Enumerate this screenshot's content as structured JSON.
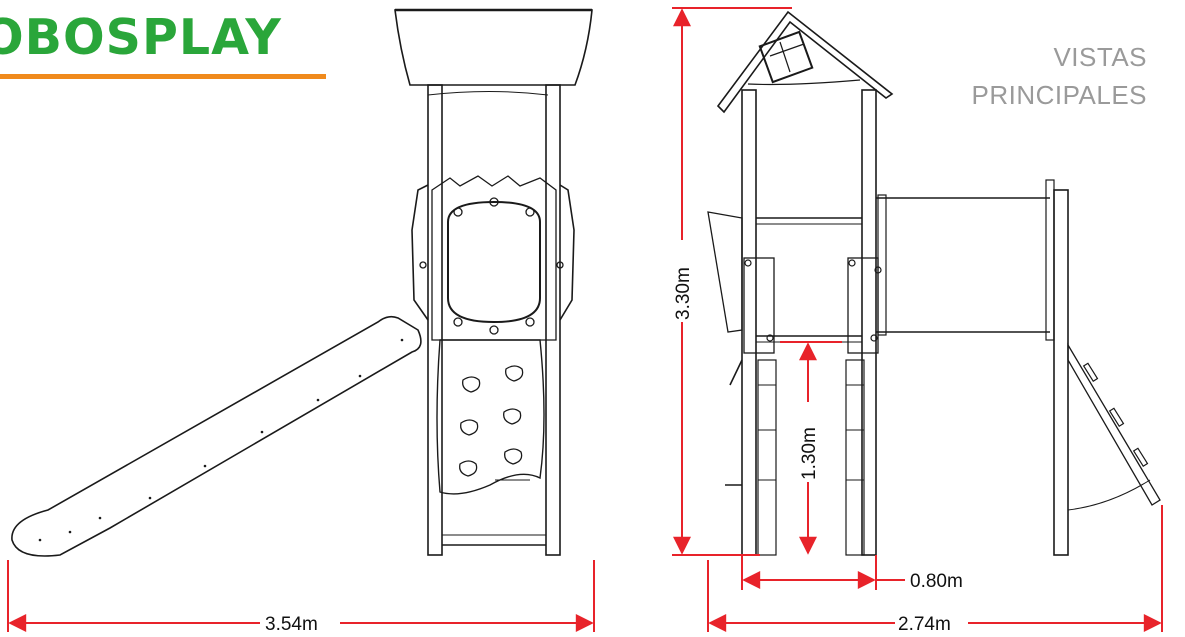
{
  "brand": {
    "logo_text": "OBOSPLAY",
    "logo_color": "#2aa63a",
    "underline_color": "#f08a1c"
  },
  "title": {
    "line1": "VISTAS",
    "line2": "PRINCIPALES",
    "color": "#9a9a9a"
  },
  "colors": {
    "dimension_line": "#e8232a",
    "drawing_line": "#1a1a1a"
  },
  "dimensions": {
    "front_width": "3.54m",
    "total_height": "3.30m",
    "platform_height": "1.30m",
    "passage_width": "0.80m",
    "side_width": "2.74m"
  }
}
